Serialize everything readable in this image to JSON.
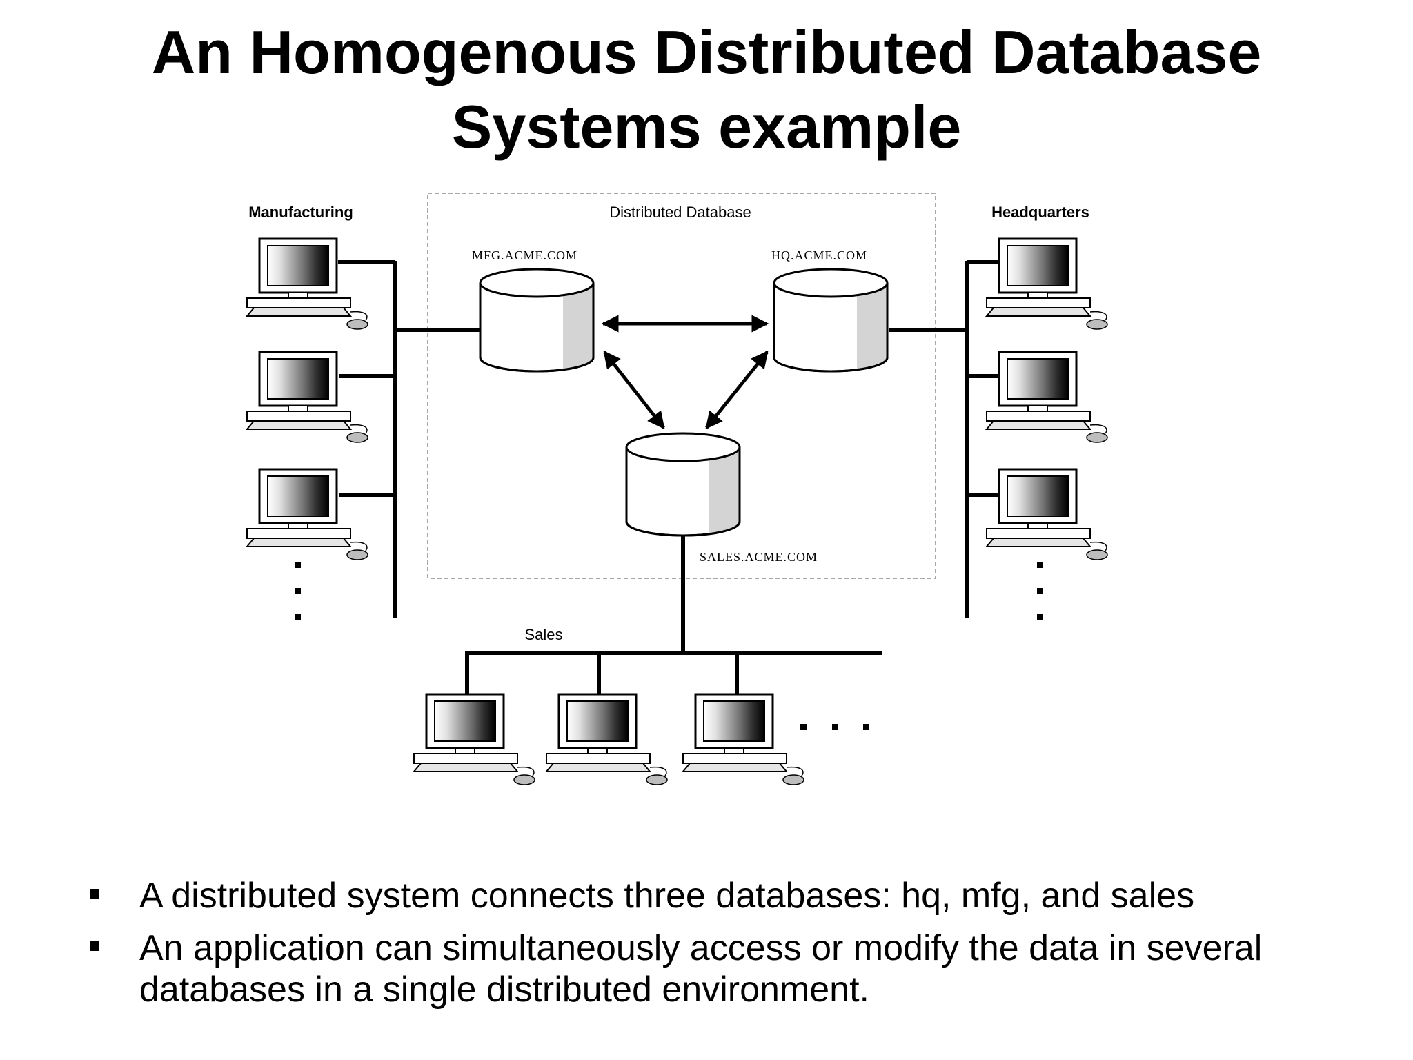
{
  "slide": {
    "title_line1": "An Homogenous Distributed Database",
    "title_line2": "Systems example"
  },
  "diagram": {
    "groups": {
      "manufacturing": "Manufacturing",
      "distributed": "Distributed Database",
      "headquarters": "Headquarters",
      "sales": "Sales"
    },
    "databases": {
      "mfg": "MFG.ACME.COM",
      "hq": "HQ.ACME.COM",
      "sales": "SALES.ACME.COM"
    },
    "colors": {
      "line": "#000000",
      "cylinder_shade": "#d4d4d4",
      "dash_box": "#a8a8a8"
    }
  },
  "bullets": [
    "A distributed system connects three databases: hq, mfg, and sales",
    "An application can simultaneously access or modify the data in several databases in a single distributed environment."
  ]
}
